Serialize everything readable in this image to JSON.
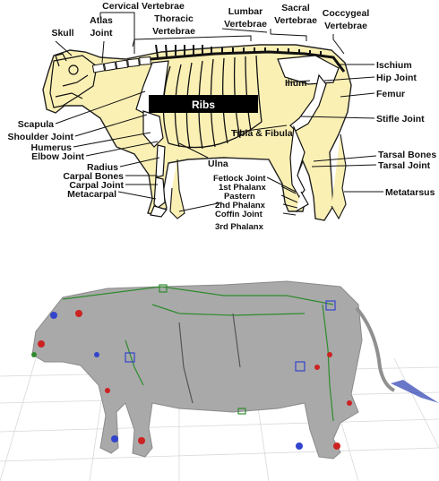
{
  "skeleton_labels": {
    "cervical_vertebrae": "Cervical Vertebrae",
    "skull": "Skull",
    "atlas_joint": [
      "Atlas",
      "Joint"
    ],
    "thoracic_vertebrae": [
      "Thoracic",
      "Vertebrae"
    ],
    "lumbar_vertebrae": [
      "Lumbar",
      "Vertebrae"
    ],
    "sacral_vertebrae": [
      "Sacral",
      "Vertebrae"
    ],
    "coccygeal_vertebrae": [
      "Coccygeal",
      "Vertebrae"
    ],
    "ischium": "Ischium",
    "hip_joint": "Hip Joint",
    "ilium": "Ilium",
    "femur": "Femur",
    "ribs": "Ribs",
    "stifle_joint": "Stifle Joint",
    "scapula": "Scapula",
    "shoulder_joint": "Shoulder Joint",
    "humerus": "Humerus",
    "elbow_joint": "Elbow Joint",
    "radius": "Radius",
    "ulna": "Ulna",
    "tibia_fibula": "Tibia & Fibula",
    "carpal_bones": "Carpal Bones",
    "carpal_joint": "Carpal Joint",
    "metacarpal": "Metacarpal",
    "fetlock_joint": "Fetlock Joint",
    "first_phalanx": "1st Phalanx",
    "pastern": "Pastern",
    "second_phalanx": "2nd Phalanx",
    "coffin_joint": "Coffin Joint",
    "third_phalanx": "3rd Phalanx",
    "tarsal_bones": "Tarsal Bones",
    "tarsal_joint": "Tarsal Joint",
    "metatarsus": "Metatarsus"
  },
  "colors": {
    "body_fill": "#fbf0b4",
    "outline": "#111111",
    "ribs_bar": "#000000",
    "render_grid": "#d8d8d8",
    "render_body": "#a9a9a9",
    "rig_green": "#2e8b2e",
    "rig_blue": "#3344cc",
    "rig_red": "#cc2222",
    "tail_blue": "#4455bb"
  },
  "icons": [
    "cow-skeleton-diagram",
    "cow-3d-rig-render"
  ]
}
